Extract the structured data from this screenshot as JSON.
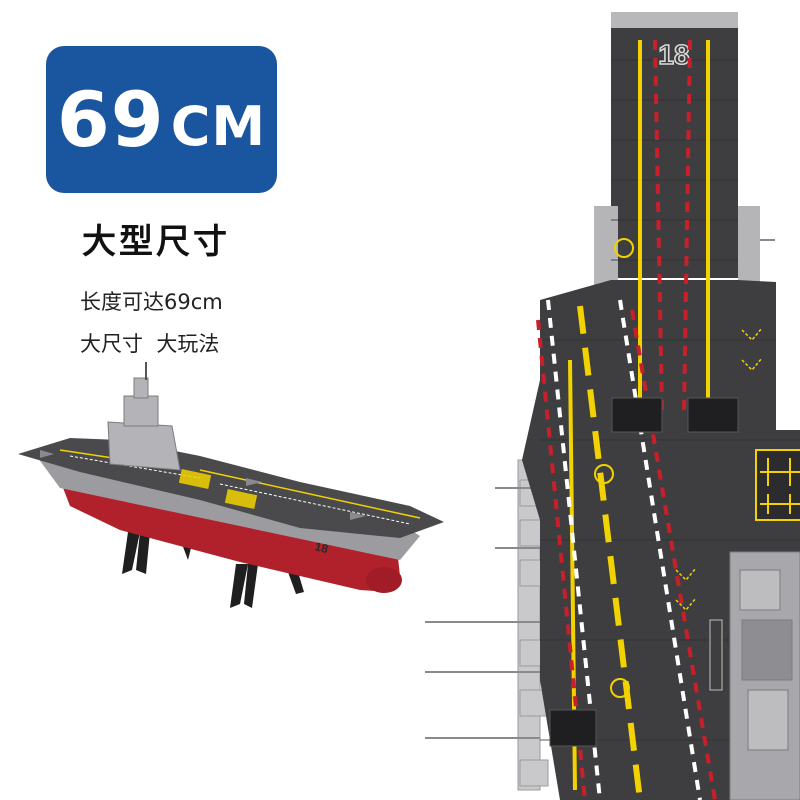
{
  "badge": {
    "number": "69",
    "unit": "CM"
  },
  "headline": "大型尺寸",
  "features": {
    "line1": "长度可达69cm",
    "line2": "大尺寸  大玩法"
  },
  "ship": {
    "hull_number": "18"
  },
  "colors": {
    "badge_blue": "#1a56a0",
    "deck_gray": "#3e3e40",
    "hull_red": "#b0212b",
    "marking_yellow": "#f2d200",
    "marking_red": "#c8202a",
    "ship_gray": "#a8a8ac"
  }
}
